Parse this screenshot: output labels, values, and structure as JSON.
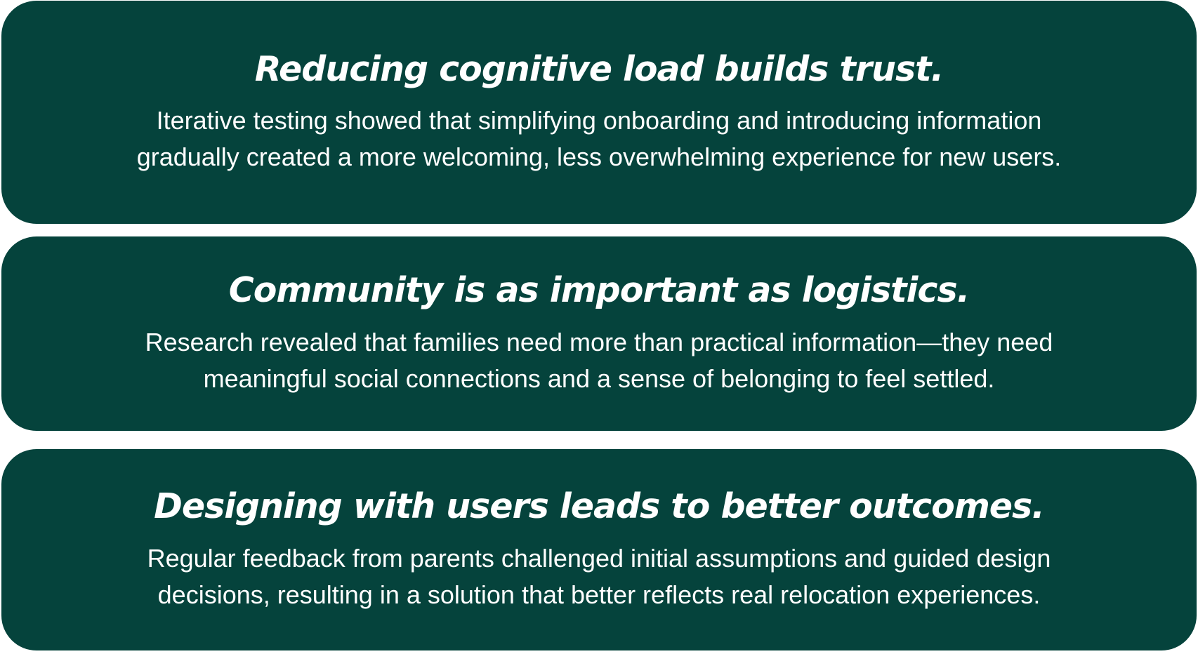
{
  "cards": [
    {
      "title": "Reducing cognitive load builds trust.",
      "body_line1": "Iterative testing showed that simplifying onboarding and introducing information",
      "body_line2": "gradually created a more welcoming, less overwhelming experience for new users."
    },
    {
      "title": "Community is as important as logistics.",
      "body_line1": "Research revealed that families need more than practical information—they need",
      "body_line2": "meaningful social connections and a sense of belonging to feel settled."
    },
    {
      "title": "Designing with users leads to better outcomes.",
      "body_line1": "Regular feedback from parents challenged initial assumptions and guided design",
      "body_line2": "decisions, resulting in a solution that better reflects real relocation experiences."
    }
  ],
  "colors": {
    "card_background": "#05433c",
    "text": "#ffffff",
    "page_background": "#ffffff"
  }
}
